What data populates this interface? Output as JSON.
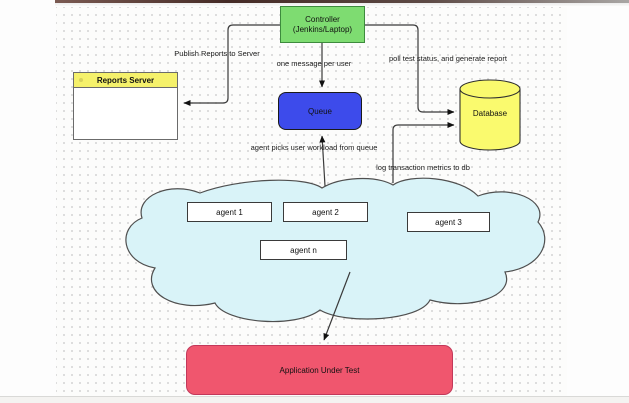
{
  "diagram": {
    "title_hint": "load testing architecture",
    "colors": {
      "controller_green": "#7edc71",
      "queue_blue": "#3d4beb",
      "reports_header_yellow": "#f5f16b",
      "database_yellow": "#fafa6e",
      "cloud_cyan": "#d9f3f8",
      "application_pink": "#f0566e"
    },
    "nodes": {
      "controller": {
        "line1": "Controller",
        "line2": "(Jenkins/Laptop)"
      },
      "reports_server": {
        "label": "Reports Server"
      },
      "queue": {
        "label": "Queue"
      },
      "database": {
        "label": "Database"
      },
      "application": {
        "label": "Application Under Test"
      },
      "agents": [
        {
          "label": "agent 1"
        },
        {
          "label": "agent 2"
        },
        {
          "label": "agent 3"
        },
        {
          "label": "agent n"
        }
      ]
    },
    "edges": [
      {
        "label": "Publish Reports to Server",
        "from": "controller",
        "to": "reports_server"
      },
      {
        "label": "one message per user",
        "from": "controller",
        "to": "queue"
      },
      {
        "label": "poll test status, and generate report",
        "from": "controller",
        "to": "database"
      },
      {
        "label": "agent picks user workload from queue",
        "from": "agents_cloud",
        "to": "queue"
      },
      {
        "label": "log transaction metrics to db",
        "from": "agents_cloud",
        "to": "database"
      },
      {
        "label": "",
        "from": "agents_cloud",
        "to": "application"
      }
    ]
  }
}
